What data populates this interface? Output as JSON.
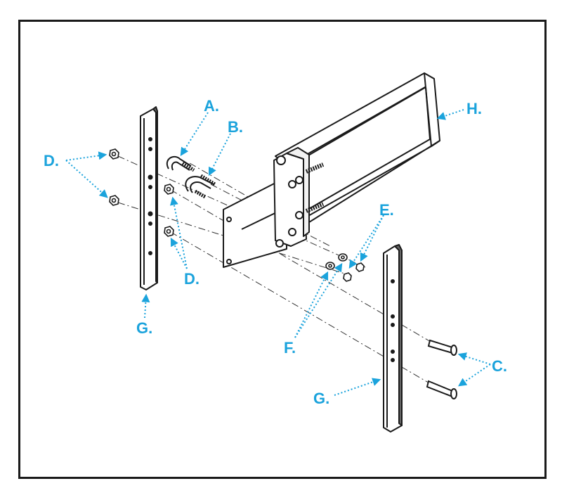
{
  "diagram": {
    "accent_color": "#1ba3dc",
    "line_color": "#1a1a1a",
    "callouts": {
      "a": "A.",
      "b": "B.",
      "c": "C.",
      "d_left": "D.",
      "d_lower": "D.",
      "e": "E.",
      "f": "F.",
      "g_left": "G.",
      "g_right": "G.",
      "h": "H."
    },
    "parts": [
      "j-bolt",
      "u-bolt",
      "carriage-bolt",
      "hex-nut",
      "lock-nut",
      "flat-washer",
      "ladder-rail",
      "mounting-bracket-frame"
    ]
  }
}
